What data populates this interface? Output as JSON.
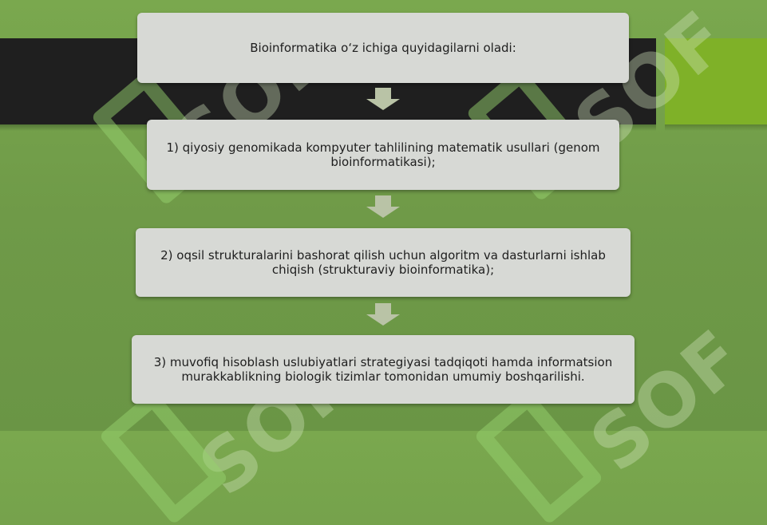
{
  "title": "Bioinformatika o‘z ichiga quyidagilarni oladi:",
  "steps": [
    {
      "text": "1) qiyosiy genomikada kompyuter tahlilining matematik usullari (genom bioinformatikasi);"
    },
    {
      "text": "2) oqsil strukturalarini bashorat qilish uchun algoritm va dasturlarni ishlab chiqish (strukturaviy bioinformatika);"
    },
    {
      "text": "3) muvofiq hisoblash uslubiyatlari strategiyasi tadqiqoti hamda informatsion murakkablikning biologik tizimlar tomonidan umumiy boshqarilishi."
    }
  ],
  "watermark": {
    "text": "SOF",
    "icon": "logo-mark-icon"
  },
  "colors": {
    "background": "#6f9a48",
    "band": "#1f1f1f",
    "accent": "#7fb128",
    "box": "#d7d9d5",
    "arrow": "#b9c3a6"
  }
}
